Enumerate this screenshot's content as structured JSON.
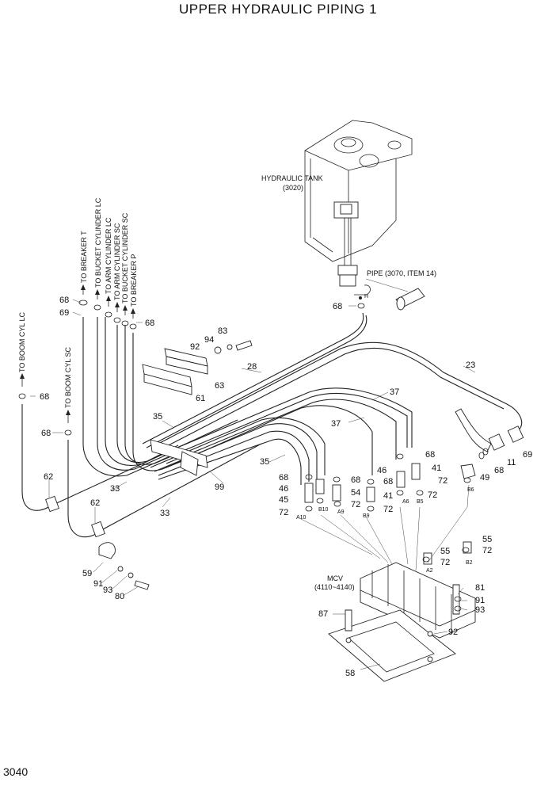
{
  "title": "UPPER HYDRAULIC PIPING 1",
  "page_number": "3040",
  "labels": {
    "hydraulic_tank": "HYDRAULIC TANK",
    "hydraulic_tank_ref": "(3020)",
    "pipe": "PIPE (3070, ITEM 14)",
    "mcv": "MCV",
    "mcv_ref": "(4110~4140)",
    "port_h": "H"
  },
  "vertical_labels": {
    "to_boom_cyl_lc": "TO BOOM CYL LC",
    "to_boom_cyl_sc": "TO BOOM CYL SC",
    "to_breaker_t": "TO BREAKER T",
    "to_bucket_cylinder_lc": "TO BUCKET CYLINDER LC",
    "to_arm_cylinder_lc": "TO ARM CYLINDER LC",
    "to_arm_cylinder_sc": "TO ARM CYLINDER SC",
    "to_bucket_cylinder_sc": "TO BUCKET CYLINDER SC",
    "to_breaker_p": "TO BREAKER P"
  },
  "ports": {
    "a10": "A10",
    "b10": "B10",
    "a9": "A9",
    "b9": "B9",
    "a6": "A6",
    "b5": "B5",
    "b6": "B6",
    "a2": "A2",
    "b2": "B2"
  },
  "callouts": {
    "c68_tl": "68",
    "c69_tl": "69",
    "c68_tr": "68",
    "c68_boom_lc": "68",
    "c68_boom_sc": "68",
    "c83": "83",
    "c94": "94",
    "c92_top": "92",
    "c28": "28",
    "c23": "23",
    "c63": "63",
    "c61": "61",
    "c68_tank": "68",
    "c37_a": "37",
    "c37_b": "37",
    "c35_a": "35",
    "c35_b": "35",
    "c62_a": "62",
    "c62_b": "62",
    "c33_a": "33",
    "c33_b": "33",
    "c99": "99",
    "c68_mid1": "68",
    "c46_mid1": "46",
    "c45": "45",
    "c72_mid1": "72",
    "c68_mid2": "68",
    "c54": "54",
    "c72_mid2": "72",
    "c46_mid3": "46",
    "c68_mid3": "68",
    "c41_mid3": "41",
    "c72_mid3": "72",
    "c68_mid4": "68",
    "c41_mid4": "41",
    "c72_mid4": "72",
    "c72_b6": "72",
    "c49": "49",
    "c11": "11",
    "c68_r": "68",
    "c69_r": "69",
    "c55_a": "55",
    "c72_a2": "72",
    "c55_b": "55",
    "c72_b2": "72",
    "c59": "59",
    "c91_l": "91",
    "c93_l": "93",
    "c80": "80",
    "c81": "81",
    "c91_r": "91",
    "c93_r": "93",
    "c87": "87",
    "c92_bot": "92",
    "c58": "58"
  }
}
